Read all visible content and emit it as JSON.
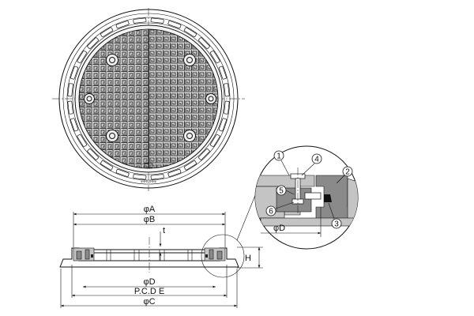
{
  "dimensions": {
    "phi_a": "φA",
    "phi_b": "φB",
    "t": "t",
    "h": "H",
    "phi_d": "φD",
    "pcd_e": "P.C.D E",
    "phi_c": "φC",
    "detail_phi_d": "φD"
  },
  "callouts": [
    "1",
    "2",
    "3",
    "4",
    "5",
    "6"
  ],
  "cover_marking": "ΦΦΦ ΦΦΦ",
  "colors": {
    "line": "#111111",
    "section_fill": "#8a8a8a",
    "light_fill": "#c4c4c4"
  }
}
